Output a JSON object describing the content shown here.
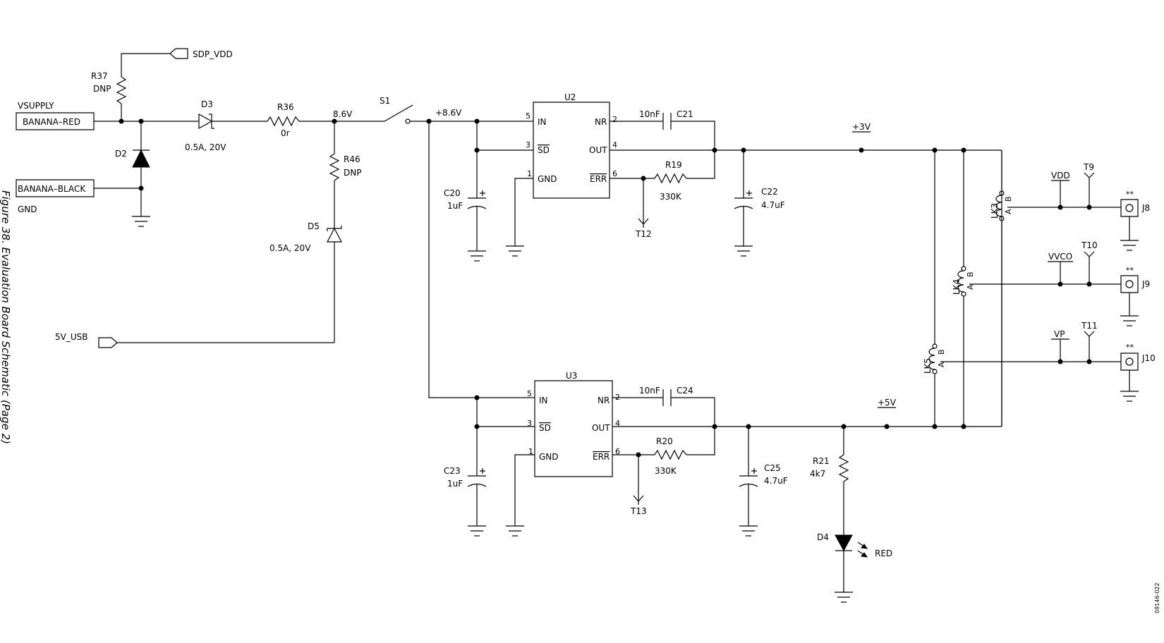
{
  "caption": "Figure 38. Evaluation Board Schematic (Page 2)",
  "doc_id": "09146-022",
  "connectors": {
    "banana_red": "BANANA–RED",
    "banana_black": "BANANA–BLACK",
    "vsupply": "VSUPPLY",
    "gnd": "GND",
    "sdp_vdd": "SDP_VDD",
    "usb_5v": "5V_USB"
  },
  "parts": {
    "r37": {
      "ref": "R37",
      "value": "DNP"
    },
    "d2": {
      "ref": "D2"
    },
    "d3": {
      "ref": "D3",
      "value": "0.5A, 20V"
    },
    "r36": {
      "ref": "R36",
      "value": "0r"
    },
    "r46": {
      "ref": "R46",
      "value": "DNP"
    },
    "d5": {
      "ref": "D5",
      "value": "0.5A, 20V"
    },
    "s1": {
      "ref": "S1"
    },
    "c20": {
      "ref": "C20",
      "value": "1uF"
    },
    "c21": {
      "ref": "C21",
      "value": "10nF"
    },
    "r19": {
      "ref": "R19",
      "value": "330K"
    },
    "c22": {
      "ref": "C22",
      "value": "4.7uF"
    },
    "t12": {
      "ref": "T12"
    },
    "c23": {
      "ref": "C23",
      "value": "1uF"
    },
    "c24": {
      "ref": "C24",
      "value": "10nF"
    },
    "r20": {
      "ref": "R20",
      "value": "330K"
    },
    "c25": {
      "ref": "C25",
      "value": "4.7uF"
    },
    "t13": {
      "ref": "T13"
    },
    "r21": {
      "ref": "R21",
      "value": "4k7"
    },
    "d4": {
      "ref": "D4",
      "value": "RED"
    },
    "lk3": {
      "ref": "LK3"
    },
    "lk4": {
      "ref": "LK4"
    },
    "lk5": {
      "ref": "LK5"
    },
    "t9": {
      "ref": "T9"
    },
    "t10": {
      "ref": "T10"
    },
    "t11": {
      "ref": "T11"
    },
    "j8": {
      "ref": "J8"
    },
    "j9": {
      "ref": "J9"
    },
    "j10": {
      "ref": "J10"
    }
  },
  "regulators": {
    "u2": {
      "ref": "U2"
    },
    "u3": {
      "ref": "U3"
    },
    "pins": {
      "in": "IN",
      "sd": "SD",
      "gnd": "GND",
      "nr": "NR",
      "out": "OUT",
      "err": "ERR",
      "n5": "5",
      "n3": "3",
      "n1": "1",
      "n2": "2",
      "n4": "4",
      "n6": "6"
    }
  },
  "nets": {
    "v86a": "8.6V",
    "v86b": "+8.6V",
    "v3": "+3V",
    "v5": "+5V",
    "vdd": "VDD",
    "vvco": "VVCO",
    "vp": "VP"
  },
  "link_pins": {
    "a": "A",
    "b": "B"
  },
  "jack_mark": "**"
}
